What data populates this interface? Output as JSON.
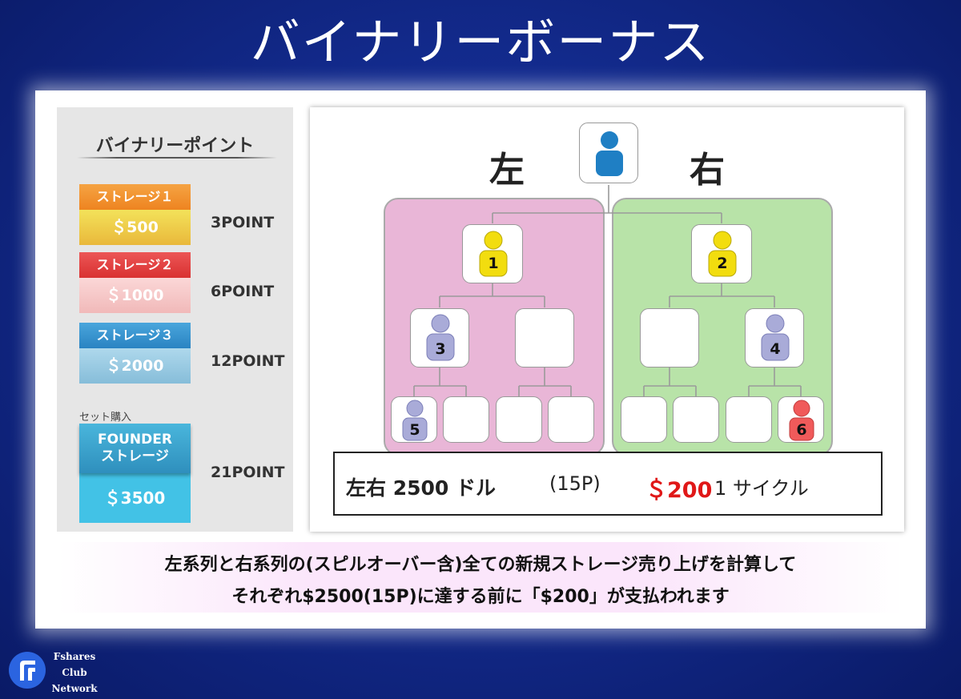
{
  "title": "バイナリーボーナス",
  "binary_points": {
    "heading": "バイナリーポイント",
    "tiers": [
      {
        "name": "ストレージ１",
        "price": "＄500",
        "points": "3POINT"
      },
      {
        "name": "ストレージ２",
        "price": "＄1000",
        "points": "6POINT"
      },
      {
        "name": "ストレージ３",
        "price": "＄2000",
        "points": "12POINT"
      }
    ],
    "set_label": "セット購入",
    "founder": {
      "name_line1": "FOUNDER",
      "name_line2": "ストレージ",
      "price": "＄3500",
      "points": "21POINT"
    }
  },
  "tree": {
    "left_label": "左",
    "right_label": "右",
    "numbers": {
      "n1": "1",
      "n2": "2",
      "n3": "3",
      "n4": "4",
      "n5": "5",
      "n6": "6"
    }
  },
  "summary": {
    "main": "左右 2500 ドル",
    "paren": "(15P)",
    "amount": "＄200",
    "cycle": "1 サイクル"
  },
  "caption": {
    "line1": "左系列と右系列の(スピルオーバー含)全ての新規ストレージ売り上げを計算して",
    "line2": "それぞれ$2500(15P)に達する前に「$200」が支払われます"
  },
  "logo": {
    "line1": "Fshares",
    "line2": "Club",
    "line3": "Network"
  },
  "colors": {
    "background": "#132b8e",
    "left_zone": "#e9b6d7",
    "right_zone": "#b8e3a8",
    "root_person": "#1f7fc4",
    "level1_person": "#f2dd0f",
    "level2_person": "#a9abd8",
    "highlight_person": "#f05a5a",
    "amount_red": "#e01818"
  }
}
